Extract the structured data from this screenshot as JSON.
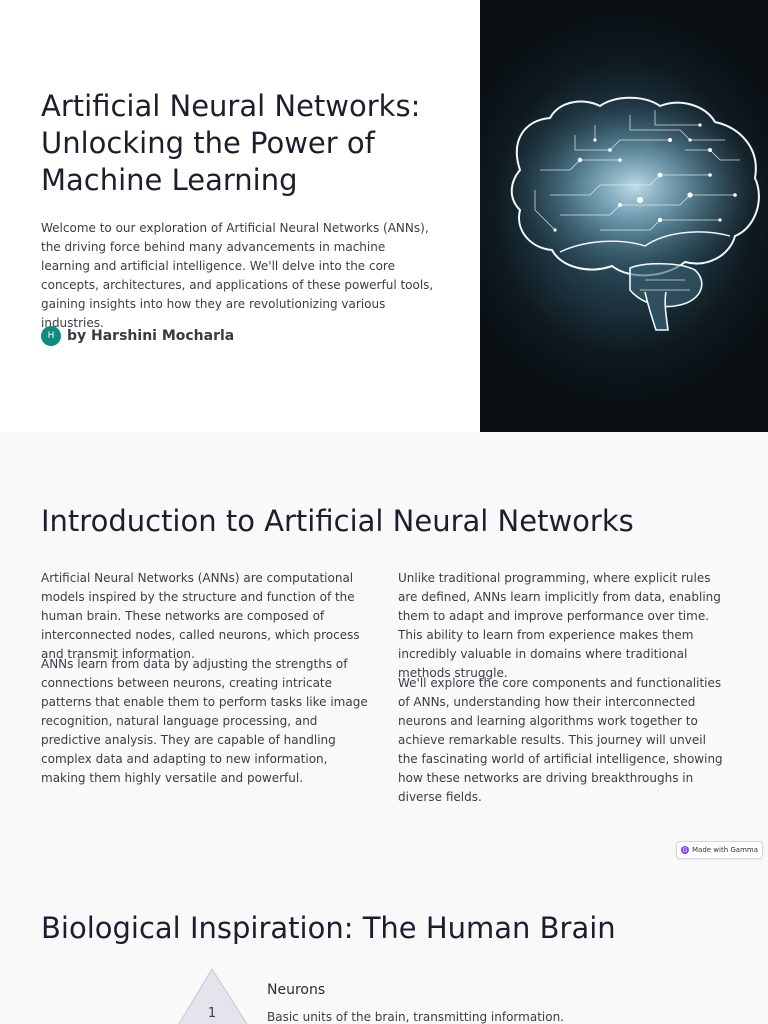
{
  "slide1": {
    "title": "Artificial Neural Networks: Unlocking the Power of Machine Learning",
    "body": "Welcome to our exploration of Artificial Neural Networks (ANNs), the driving force behind many advancements in machine learning and artificial intelligence. We'll delve into the core concepts, architectures, and applications of these powerful tools, gaining insights into how they are revolutionizing various industries.",
    "author_initial": "H",
    "author": "by Harshini Mocharla",
    "hero_image": "glowing-circuit-brain-illustration"
  },
  "slide2": {
    "title": "Introduction to Artificial Neural Networks",
    "paragraphs": [
      "Artificial Neural Networks (ANNs) are computational models inspired by the structure and function of the human brain. These networks are composed of interconnected nodes, called neurons, which process and transmit information.",
      "ANNs learn from data by adjusting the strengths of connections between neurons, creating intricate patterns that enable them to perform tasks like image recognition, natural language processing, and predictive analysis. They are capable of handling complex data and adapting to new information, making them highly versatile and powerful.",
      "Unlike traditional programming, where explicit rules are defined, ANNs learn implicitly from data, enabling them to adapt and improve performance over time. This ability to learn from experience makes them incredibly valuable in domains where traditional methods struggle.",
      "We'll explore the core components and functionalities of ANNs, understanding how their interconnected neurons and learning algorithms work together to achieve remarkable results. This journey will unveil the fascinating world of artificial intelligence, showing how these networks are driving breakthroughs in diverse fields."
    ],
    "badge": "Made with Gamma",
    "badge_icon": "gamma-logo-icon"
  },
  "slide3": {
    "title": "Biological Inspiration: The Human Brain",
    "tiers": [
      {
        "number": "1",
        "title": "Neurons",
        "description": "Basic units of the brain, transmitting information."
      }
    ]
  },
  "colors": {
    "page_background": "#f9f9fa",
    "title_text": "#1f1d2b",
    "avatar": "#0f8c7f",
    "hero_glow": "#3f6a7c",
    "pyramid_fill": "#e4e4ec"
  }
}
